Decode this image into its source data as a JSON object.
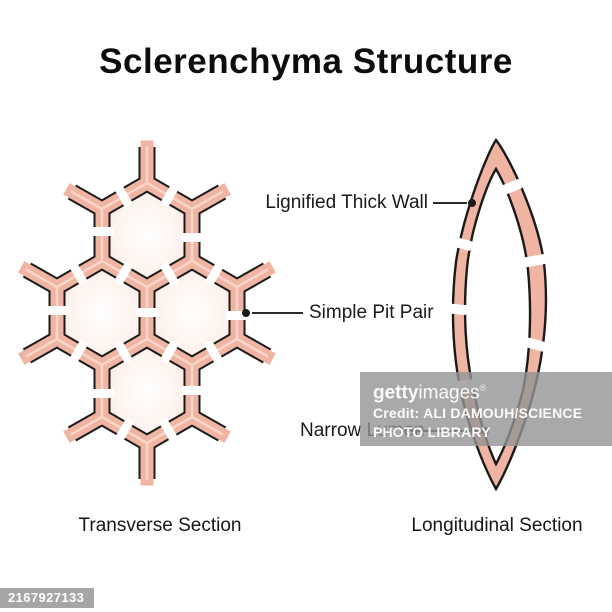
{
  "title": "Sclerenchyma Structure",
  "annotations": {
    "lignified_thick_wall": "Lignified Thick Wall",
    "simple_pit_pair": "Simple Pit Pair",
    "narrow_lumen": "Narrow Lumen"
  },
  "captions": {
    "transverse": "Transverse Section",
    "longitudinal": "Longitudinal Section"
  },
  "watermark": {
    "brand_bold": "getty",
    "brand_regular": "images",
    "brand_mark": "®",
    "credit_line1": "Credit: ALI DAMOUH/SCIENCE",
    "credit_line2": "PHOTO LIBRARY",
    "image_id": "2167927133"
  },
  "colors": {
    "wall_pink": "#f0b4a2",
    "middle_lamella_pink": "#f8d5c9",
    "cell_interior_edge": "#f7ddd2",
    "outline_black": "#1a1a1a",
    "watermark_gray": "#949494"
  }
}
